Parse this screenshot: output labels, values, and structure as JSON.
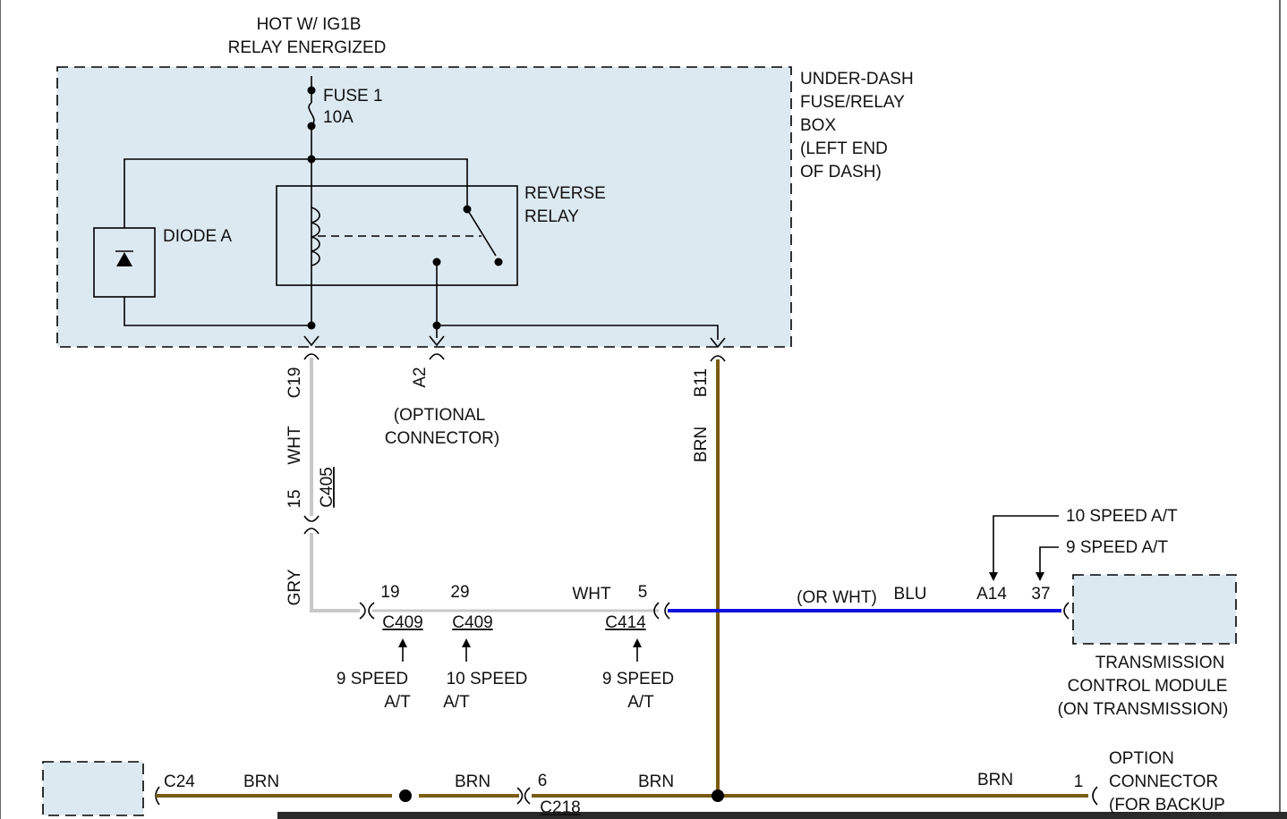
{
  "colors": {
    "module_fill": "#dce9f1",
    "wire_wht": "#c8c8c8",
    "wire_gry": "#c8c8c8",
    "wire_brn": "#7a5c10",
    "wire_blu": "#1010e0"
  },
  "power": {
    "line1": "HOT W/ IG1B",
    "line2": "RELAY ENERGIZED"
  },
  "fuse_box": {
    "lines": [
      "UNDER-DASH",
      "FUSE/RELAY",
      "BOX",
      "(LEFT END",
      "OF DASH)"
    ]
  },
  "fuse": {
    "name": "FUSE 1",
    "rating": "10A"
  },
  "diode": {
    "label": "DIODE A"
  },
  "relay": {
    "line1": "REVERSE",
    "line2": "RELAY"
  },
  "terminals": {
    "c19": "C19",
    "a2": "A2",
    "b11": "B11"
  },
  "optional_connector": {
    "line1": "(OPTIONAL",
    "line2": "CONNECTOR)"
  },
  "wires": {
    "wht_left": "WHT",
    "brn_b11": "BRN",
    "gry": "GRY",
    "wht_c414": "WHT",
    "or_wht": "(OR WHT)",
    "blu": "BLU",
    "brn_1": "BRN",
    "brn_2": "BRN",
    "brn_3": "BRN",
    "brn_4": "BRN"
  },
  "c405": {
    "pin": "15",
    "name": "C405"
  },
  "c409_a": {
    "pin": "19",
    "name": "C409",
    "note1": "9 SPEED",
    "note2": "A/T"
  },
  "c409_b": {
    "pin": "29",
    "name": "C409",
    "note1": "10 SPEED",
    "note2": "A/T"
  },
  "c414": {
    "pin": "5",
    "name": "C414",
    "note1": "9 SPEED",
    "note2": "A/T"
  },
  "tcm": {
    "pin_a14": "A14",
    "pin_37": "37",
    "note_10": "10 SPEED A/T",
    "note_9": "9 SPEED A/T",
    "line1": "TRANSMISSION",
    "line2": "CONTROL MODULE",
    "line3": "(ON TRANSMISSION)"
  },
  "bottom": {
    "c24": "C24",
    "c218_pin": "6",
    "c218_name": "C218",
    "option_pin": "1",
    "option_line1": "OPTION",
    "option_line2": "CONNECTOR",
    "option_line3": "(FOR BACKUP"
  }
}
